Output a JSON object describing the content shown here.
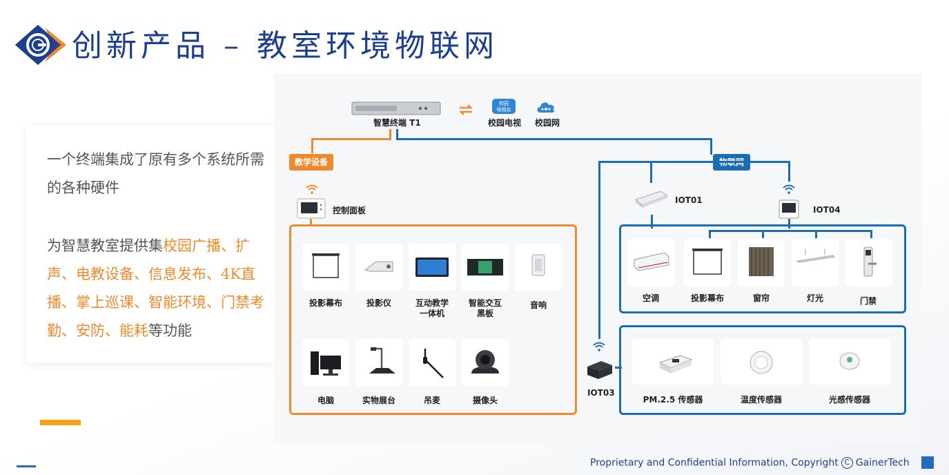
{
  "header": {
    "title": "创新产品 – 教室环境物联网",
    "logo_icon": "gainertech-logo-icon"
  },
  "intro": {
    "para1": "一个终端集成了原有多个系统所需的各种硬件",
    "para2_prefix": "为智慧教室提供集",
    "para2_highlight": "校园广播、扩声、电教设备、信息发布、4K直播、掌上巡课、智能环境、门禁考勤、安防、能耗",
    "para2_suffix": "等功能"
  },
  "footer": {
    "text_before": "Proprietary and Confidential Information, Copyright",
    "copyright_symbol": "C",
    "text_after": "GainerTech"
  },
  "diagram": {
    "terminal": "智慧终端  T1",
    "campus_tv": "校园电视",
    "campus_net": "校园网",
    "campus_tv_badge": "校园\n电视台",
    "tag_teaching": "教学设备",
    "tag_iot": "物联网",
    "control_panel": "控制面板",
    "iot01": "IOT01",
    "iot03": "IOT03",
    "iot04": "IOT04",
    "teaching_devices": [
      "投影幕布",
      "投影仪",
      "互动教学\n一体机",
      "智能交互\n黑板",
      "音响",
      "电脑",
      "实物展台",
      "吊麦",
      "摄像头"
    ],
    "iot_devices": [
      "空调",
      "投影幕布",
      "窗帘",
      "灯光",
      "门禁"
    ],
    "sensors": [
      "PM.2.5 传感器",
      "温度传感器",
      "光感传感器"
    ]
  },
  "colors": {
    "title_blue": "#1c3f8f",
    "accent_orange": "#ef8a2c",
    "line_blue": "#1a6db5"
  }
}
